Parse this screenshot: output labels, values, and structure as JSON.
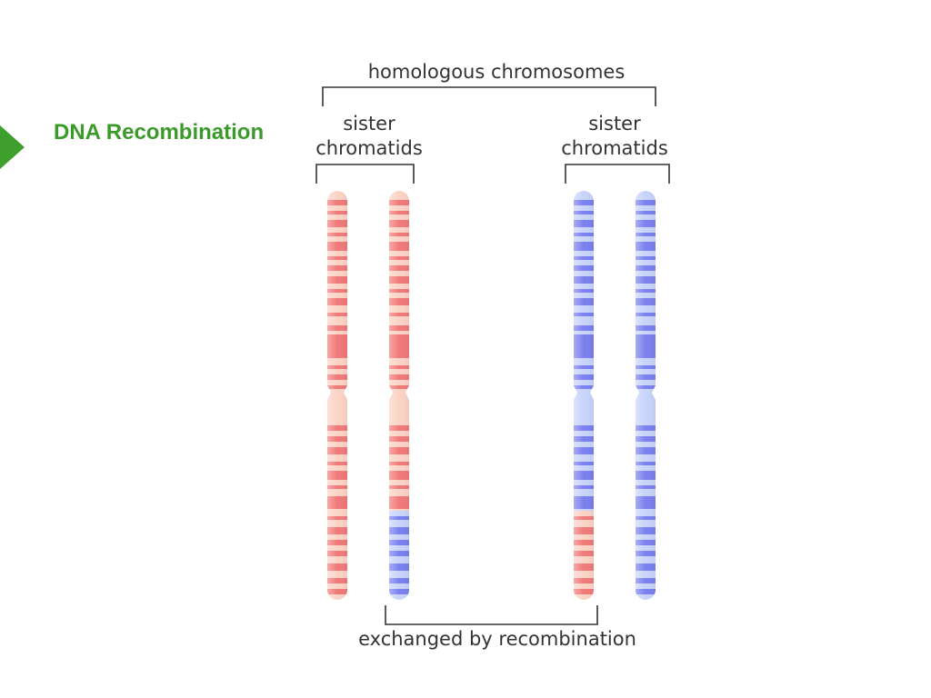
{
  "slide": {
    "title": "DNA Recombination"
  },
  "diagram": {
    "labels": {
      "homologous": "homologous chromosomes",
      "sister_line1": "sister",
      "sister_line2": "chromatids",
      "exchanged": "exchanged by recombination"
    },
    "colors": {
      "title_green": "#3a9a2a",
      "red_light": "#fbd3c5",
      "red_dark": "#ef7a78",
      "blue_light": "#c8d3fb",
      "blue_dark": "#7a80ee",
      "bracket": "#333333"
    },
    "chromatids": [
      {
        "id": "red-1",
        "color": "red"
      },
      {
        "id": "red-2",
        "color": "red",
        "recombined_segment": "blue"
      },
      {
        "id": "blue-1",
        "color": "blue",
        "recombined_segment": "red"
      },
      {
        "id": "blue-2",
        "color": "blue"
      }
    ]
  }
}
